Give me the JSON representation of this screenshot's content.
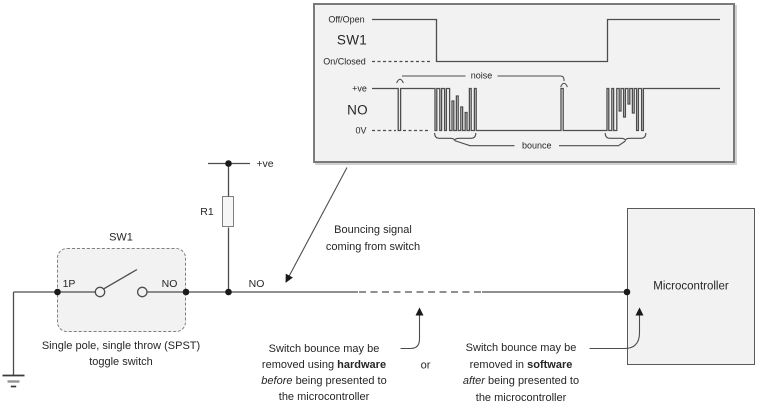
{
  "colors": {
    "line": "#4d4d4d",
    "text": "#262626",
    "panel_fill": "#f2f2f2",
    "panel_stroke": "#7a7a7a",
    "box_fill": "#f2f2f2",
    "box_stroke": "#7f7f7f",
    "mc_stroke": "#595959",
    "dot": "#1a1a1a"
  },
  "waveform_panel": {
    "sw1": {
      "label": "SW1",
      "high_label": "Off/Open",
      "low_label": "On/Closed"
    },
    "no_signal": {
      "label": "NO",
      "high_label": "+ve",
      "low_label": "0V"
    },
    "noise_label": "noise",
    "bounce_label": "bounce"
  },
  "circuit": {
    "switch": {
      "name": "SW1",
      "pole_label": "1P",
      "throw_label": "NO",
      "caption_line1": "Single pole, single throw (SPST)",
      "caption_line2": "toggle switch"
    },
    "resistor_label": "R1",
    "supply_label": "+ve",
    "node_label": "NO",
    "microcontroller_label": "Microcontroller"
  },
  "annotations": {
    "bounce_source": {
      "line1": "Bouncing signal",
      "line2": "coming from switch"
    },
    "hardware_note": {
      "line1": "Switch bounce may be",
      "line2_pre": "removed using ",
      "line2_bold": "hardware",
      "line3_italic": "before",
      "line3_rest": " being presented to",
      "line4": "the microcontroller"
    },
    "or_label": "or",
    "software_note": {
      "line1": "Switch bounce may be",
      "line2_pre": "removed in ",
      "line2_bold": "software",
      "line3_italic": "after",
      "line3_rest": " being presented to",
      "line4": "the microcontroller"
    }
  }
}
